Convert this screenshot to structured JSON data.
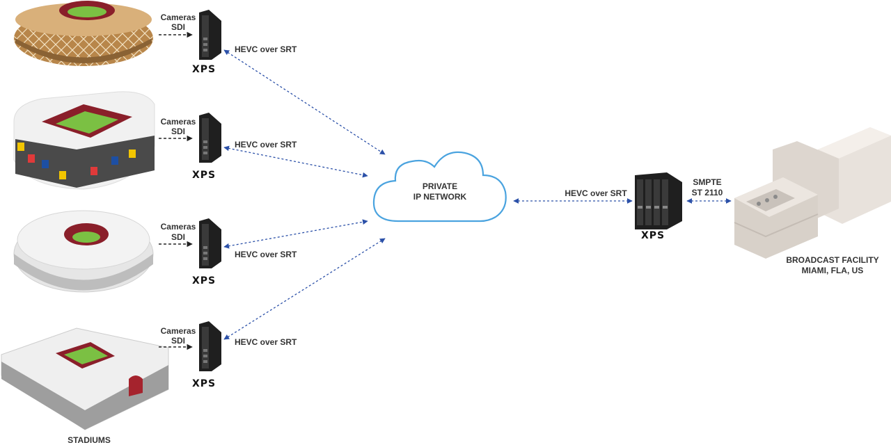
{
  "colors": {
    "link_blue": "#2b50a8",
    "cloud_stroke": "#4aa3df",
    "sdi_line": "#222222",
    "text": "#333333",
    "pitch": "#7bc043",
    "stadium_red": "#a5232d"
  },
  "stadiums": [
    {
      "cameras_label": "Cameras",
      "sdi_label": "SDI",
      "link_label": "HEVC over SRT",
      "logo": "XPS",
      "icon": "stadium-oval-gold-icon"
    },
    {
      "cameras_label": "Cameras",
      "sdi_label": "SDI",
      "link_label": "HEVC over SRT",
      "logo": "XPS",
      "icon": "stadium-square-colorful-icon"
    },
    {
      "cameras_label": "Cameras",
      "sdi_label": "SDI",
      "link_label": "HEVC over SRT",
      "logo": "XPS",
      "icon": "stadium-round-white-icon"
    },
    {
      "cameras_label": "Cameras",
      "sdi_label": "SDI",
      "link_label": "HEVC over SRT",
      "logo": "XPS",
      "icon": "stadium-tent-white-icon"
    }
  ],
  "stadiums_caption": "STADIUMS",
  "cloud": {
    "line1": "PRIVATE",
    "line2": "IP NETWORK"
  },
  "central": {
    "link_label": "HEVC over SRT",
    "logo": "XPS"
  },
  "facility": {
    "smpte_line1": "SMPTE",
    "smpte_line2": "ST 2110",
    "name_line1": "BROADCAST FACILITY",
    "name_line2": "MIAMI, FLA, US",
    "icon": "building-icon"
  }
}
